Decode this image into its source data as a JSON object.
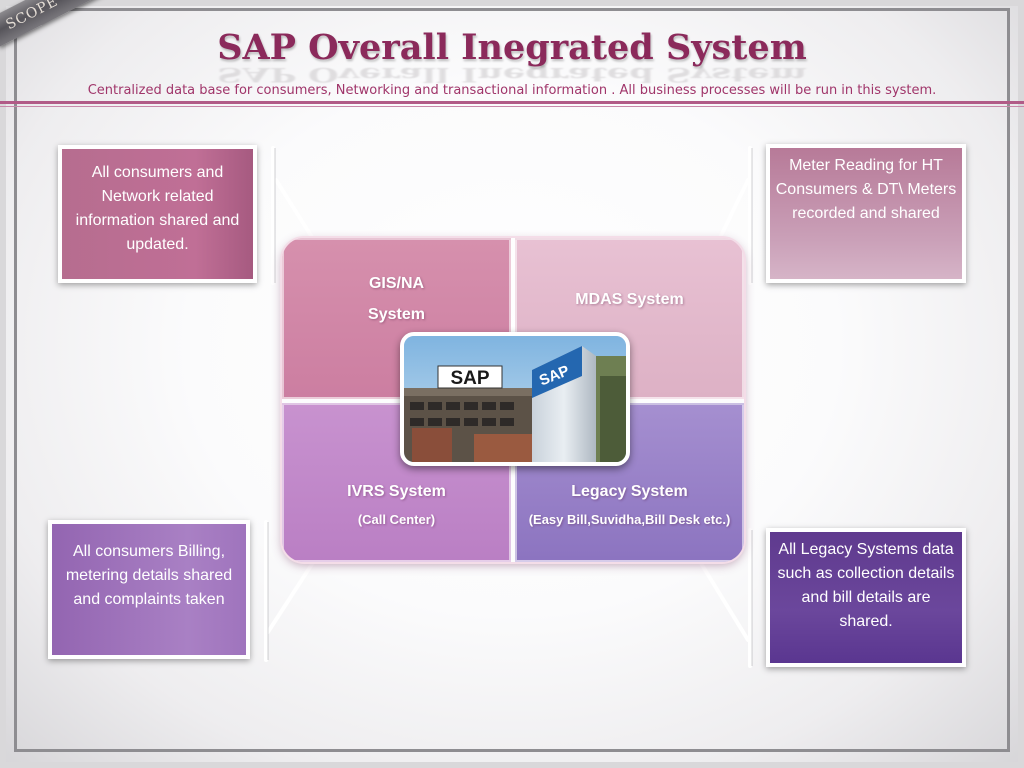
{
  "slide": {
    "title": "SAP  Overall Inegrated System",
    "subtitle": "Centralized data base for consumers, Networking and transactional information . All business processes will be run in this system.",
    "ribbon_label": "SCOPE OF WORK"
  },
  "quadrants": {
    "gis": {
      "line1": "GIS/NA",
      "line2": "System"
    },
    "mdas": {
      "label": "MDAS System"
    },
    "ivrs": {
      "label": "IVRS System",
      "sub": "(Call Center)"
    },
    "legacy": {
      "label": "Legacy System",
      "sub": "(Easy Bill,Suvidha,Bill Desk etc.)"
    }
  },
  "center_image": {
    "sign_text": "SAP",
    "tower_text": "SAP"
  },
  "callouts": {
    "top_left": "All consumers and Network related information shared and updated.",
    "top_right": "Meter Reading for HT Consumers & DT\\ Meters recorded and shared",
    "bottom_left": "All consumers Billing, metering details shared and complaints taken",
    "bottom_right": "All Legacy Systems data such as collection details and bill details are shared."
  },
  "colors": {
    "title": "#8b2a5b",
    "subtitle": "#a0356a",
    "gis_quadrant": "#d08aa9",
    "mdas_quadrant": "#e3b9cc",
    "ivrs_quadrant": "#c08acb",
    "legacy_quadrant": "#9882c8"
  }
}
